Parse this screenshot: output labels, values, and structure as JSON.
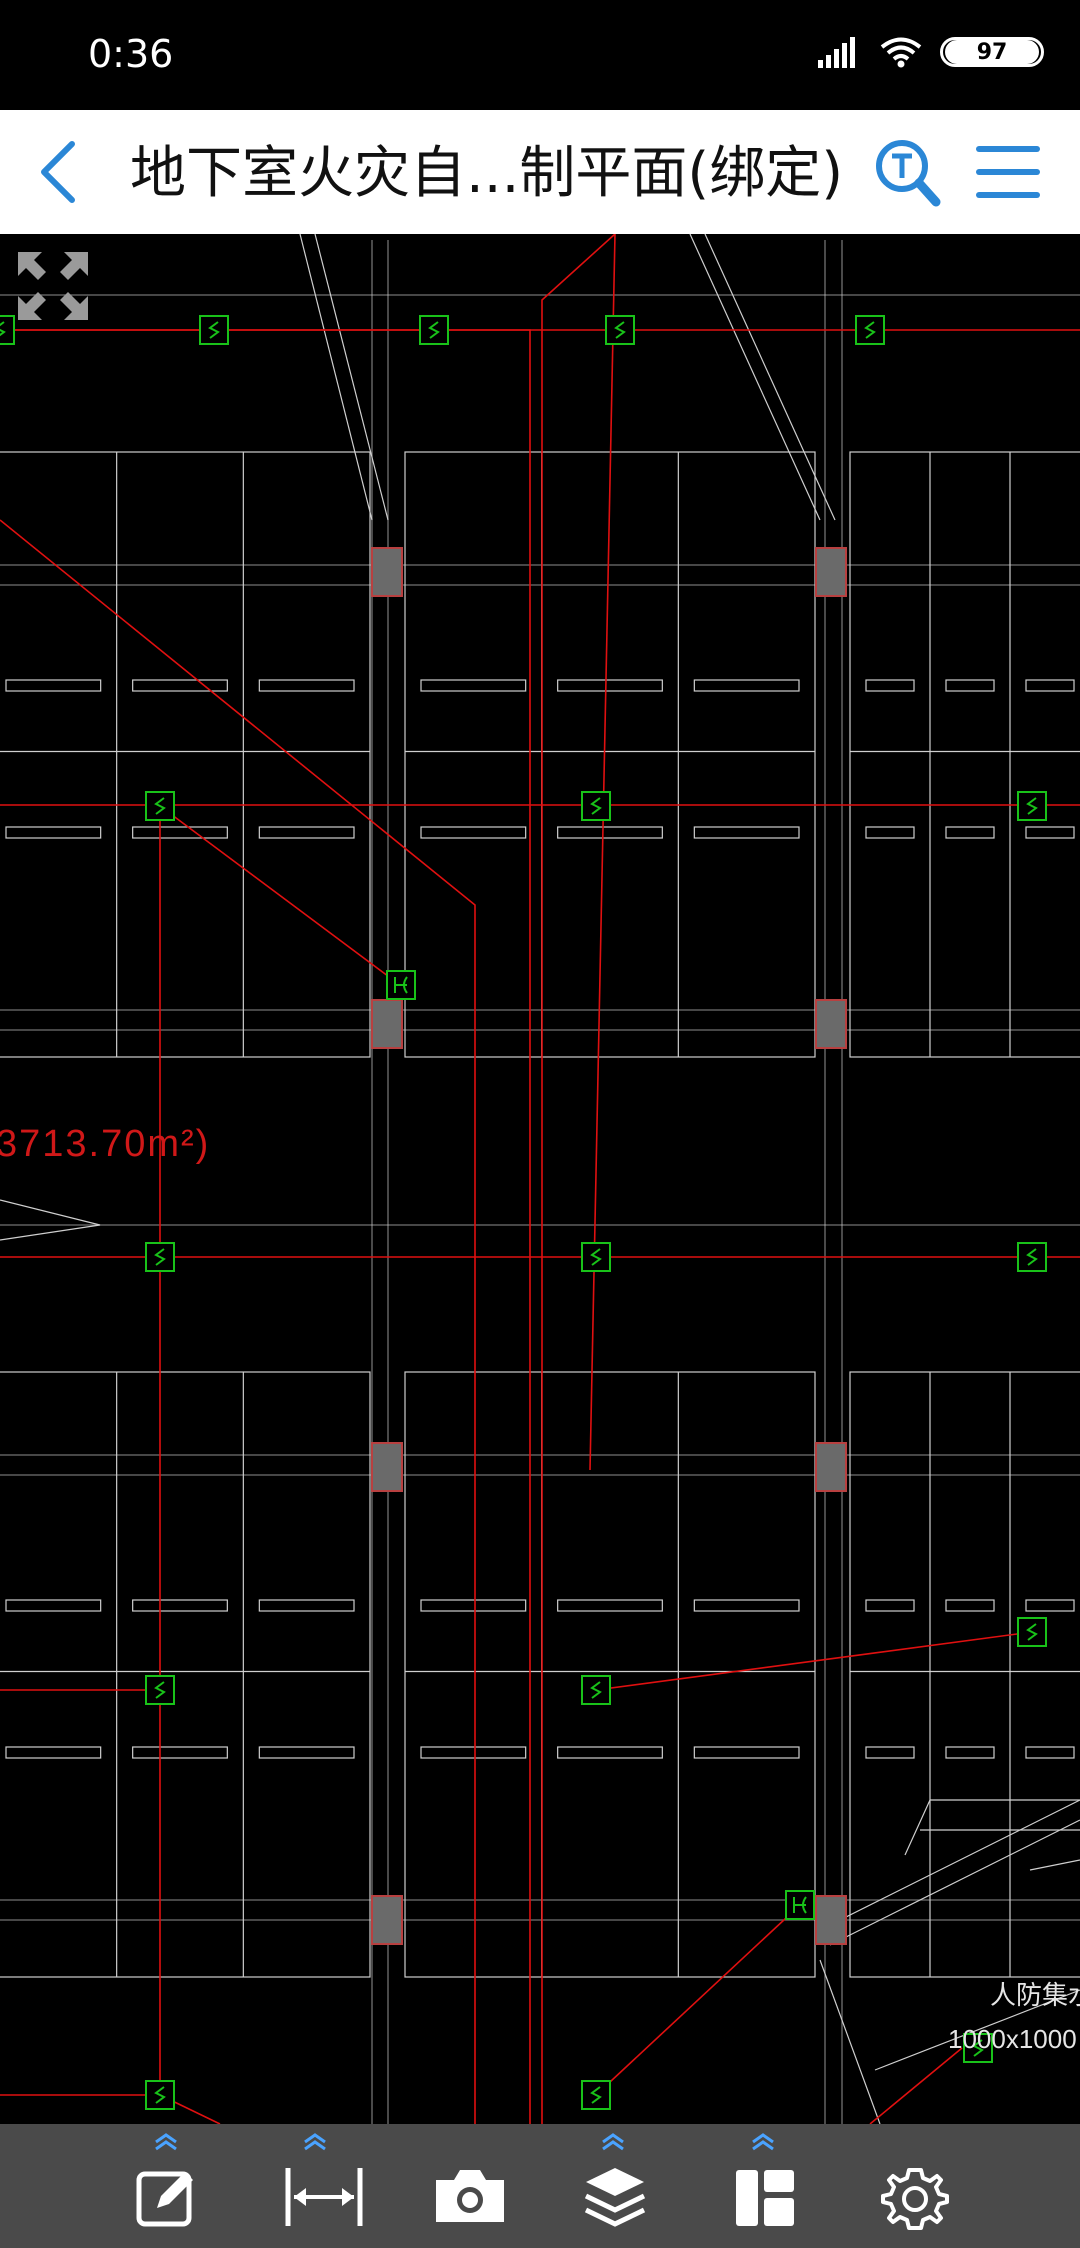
{
  "status_bar": {
    "time": "0:36",
    "battery": "97"
  },
  "header": {
    "title": "地下室火灾自...制平面(绑定)"
  },
  "drawing": {
    "area_label": "3713.70m²)",
    "pump_label": "人防集水井",
    "pump_size": "1000x1000",
    "colors": {
      "grid": "#cfcfcf",
      "wire": "#e01010",
      "device": "#19c219",
      "column": "#6a6a6a"
    }
  },
  "toolbar": {
    "items": [
      {
        "icon": "edit-icon",
        "has_expand": true
      },
      {
        "icon": "measure-icon",
        "has_expand": true
      },
      {
        "icon": "camera-icon",
        "has_expand": false
      },
      {
        "icon": "layers-icon",
        "has_expand": true
      },
      {
        "icon": "layout-icon",
        "has_expand": true
      },
      {
        "icon": "settings-icon",
        "has_expand": false
      }
    ]
  }
}
